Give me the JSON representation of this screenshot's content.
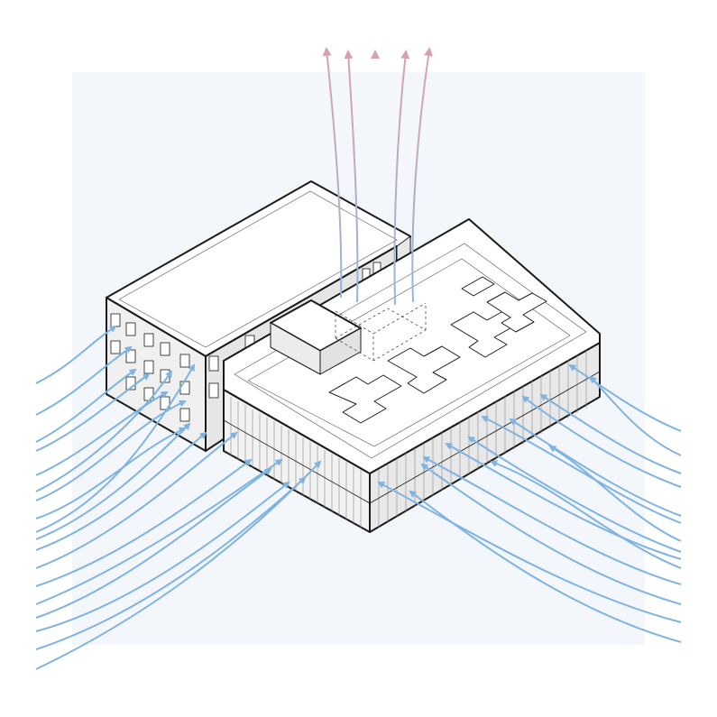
{
  "diagram": {
    "kind": "isometric ventilation diagram",
    "colors": {
      "background": "#ffffff",
      "backdrop": "#f3f7fb",
      "inflow": "#7fb3e2",
      "exhaust": "#d8a0ad",
      "roof": "#ffffff",
      "wall_left": "#f0f0f0",
      "wall_right": "#e6e6e6",
      "outline": "#1a1a1a"
    },
    "inflow_arrow_count_left": 18,
    "inflow_arrow_count_right": 14,
    "exhaust_arrow_count": 5
  }
}
